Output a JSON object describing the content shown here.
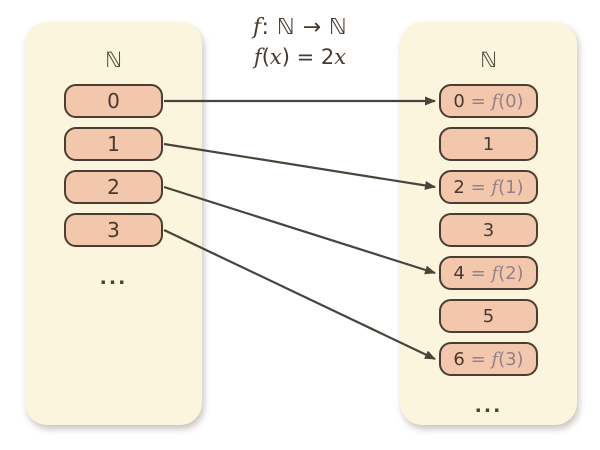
{
  "title": {
    "line1": {
      "f": "f",
      "rest": ": ℕ → ℕ"
    },
    "line2": {
      "f": "f",
      "open": "(",
      "x": "x",
      "mid": ") = 2",
      "x2": "x"
    }
  },
  "left_set": {
    "header": "ℕ",
    "items": [
      {
        "value": "0"
      },
      {
        "value": "1"
      },
      {
        "value": "2"
      },
      {
        "value": "3"
      }
    ],
    "ellipsis": "..."
  },
  "right_set": {
    "header": "ℕ",
    "items": [
      {
        "value": "0",
        "eq": " = ",
        "f": "f",
        "arg": "(0)"
      },
      {
        "value": "1"
      },
      {
        "value": "2",
        "eq": " = ",
        "f": "f",
        "arg": "(1)"
      },
      {
        "value": "3"
      },
      {
        "value": "4",
        "eq": " = ",
        "f": "f",
        "arg": "(2)"
      },
      {
        "value": "5"
      },
      {
        "value": "6",
        "eq": " = ",
        "f": "f",
        "arg": "(3)"
      }
    ],
    "ellipsis": "..."
  },
  "mappings": [
    {
      "from": 0,
      "to": 0
    },
    {
      "from": 1,
      "to": 2
    },
    {
      "from": 2,
      "to": 4
    },
    {
      "from": 3,
      "to": 6
    }
  ],
  "colors": {
    "panel_bg": "#fcf5de",
    "box_fill": "#f2c7ab",
    "box_border": "#4a3d33",
    "text_dark": "#473a31",
    "muted": "#93808a",
    "arrow": "#4a433c"
  }
}
